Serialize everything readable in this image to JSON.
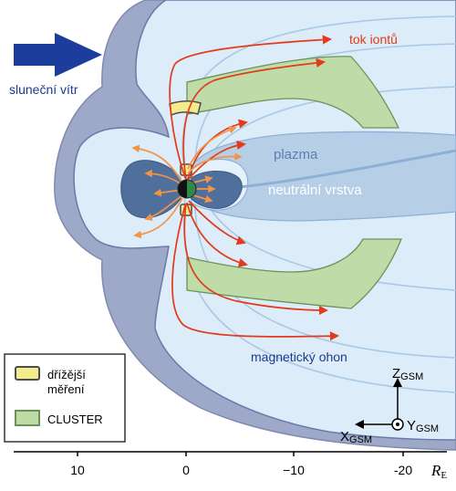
{
  "labels": {
    "solar_wind": "sluneční vítr",
    "ion_flow": "tok iontů",
    "plasma": "plazma",
    "neutral_sheet": "neutrální vrstva",
    "magnetotail": "magnetický ohon"
  },
  "legend": {
    "earlier": "dřížější měření",
    "earlier_line1": "dřížější",
    "earlier_line2": "měření",
    "cluster": "CLUSTER"
  },
  "coords": {
    "z": "Z",
    "z_sub": "GSM",
    "x": "X",
    "x_sub": "GSM",
    "y": "Y",
    "y_sub": "GSM"
  },
  "axis": {
    "ticks": [
      "10",
      "0",
      "−10",
      "-20"
    ],
    "unit_main": "R",
    "unit_sub": "E"
  },
  "colors": {
    "outer_sheath": "#9ea8c9",
    "magnetosphere": "#dcecf8",
    "inner_lobe": "#c6e0f3",
    "plasma_sheet": "#b7cfe6",
    "polar": "#4f6f9c",
    "cluster_fill": "#bfdca8",
    "cluster_stroke": "#6a9358",
    "earlier_fill": "#f4ec8c",
    "earlier_stroke": "#4d4d4d",
    "ion_flow": "#e23a1b",
    "inner_flow": "#f29446",
    "solar_wind": "#1c3d9c",
    "text_blue": "#1d3a8f"
  }
}
